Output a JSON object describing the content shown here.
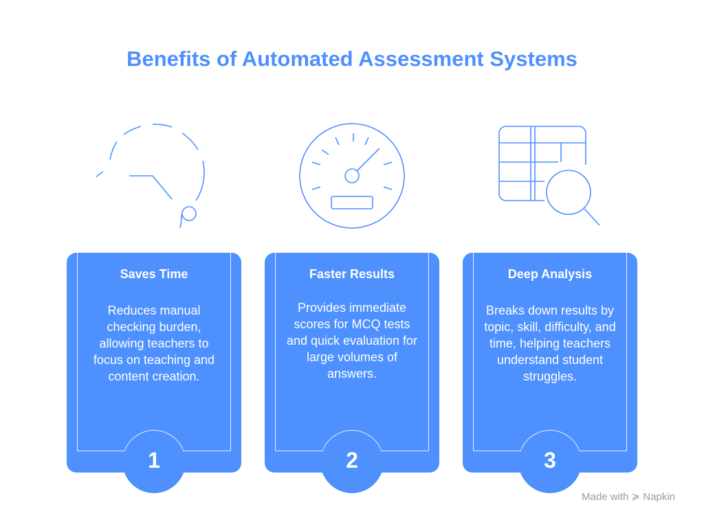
{
  "title": "Benefits of Automated Assessment Systems",
  "cards": [
    {
      "number": "1",
      "title": "Saves Time",
      "text": "Reduces manual checking burden, allowing teachers to focus on teaching and content creation.",
      "icon": "clock-icon"
    },
    {
      "number": "2",
      "title": "Faster Results",
      "text": "Provides immediate scores for MCQ tests and quick evaluation for large volumes of answers.",
      "icon": "speedometer-icon"
    },
    {
      "number": "3",
      "title": "Deep Analysis",
      "text": "Breaks down results by topic, skill, difficulty, and time, helping teachers understand student struggles.",
      "icon": "table-magnifier-icon"
    }
  ],
  "footer": {
    "made_with": "Made with",
    "brand": "Napkin"
  },
  "colors": {
    "accent": "#4d90fe"
  }
}
